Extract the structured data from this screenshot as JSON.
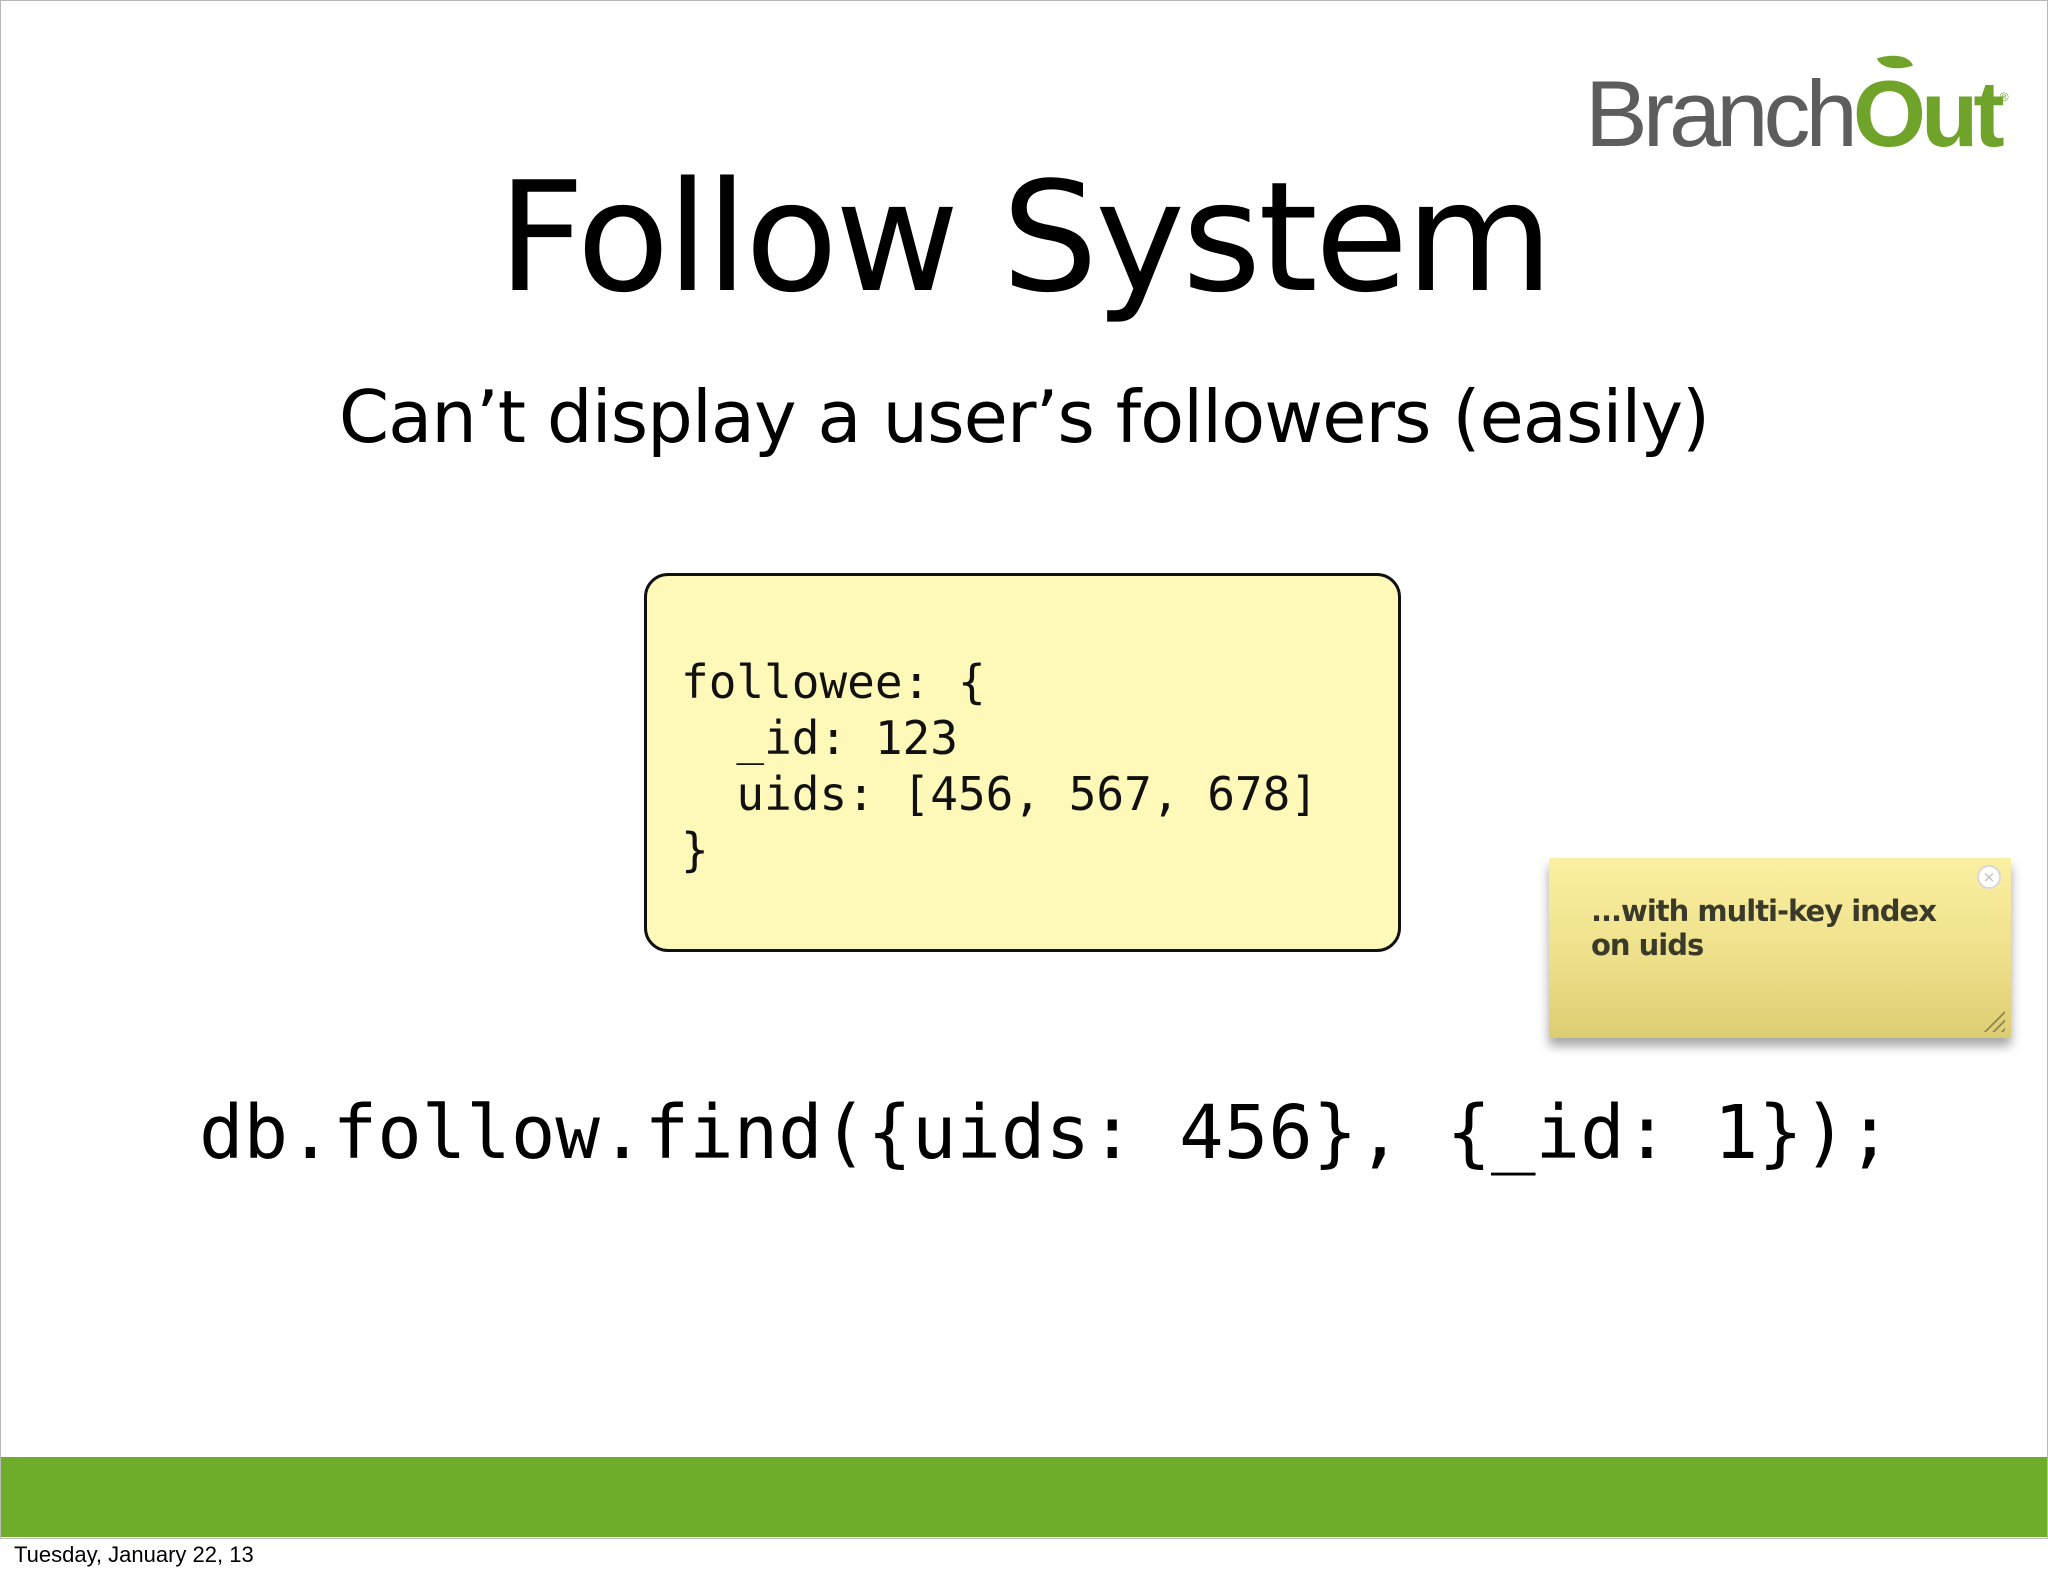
{
  "logo": {
    "branch": "Branch",
    "out": "Out",
    "registered": "®"
  },
  "slide": {
    "title": "Follow System",
    "subtitle": "Can’t display a user’s followers (easily)",
    "code_lines": [
      "followee: {",
      "  _id: 123",
      "  uids: [456, 567, 678]",
      "}"
    ],
    "query": "db.follow.find({uids: 456}, {_id: 1});"
  },
  "sticky_note": {
    "text": "...with multi-key index on uids",
    "close_glyph": "×"
  },
  "footer": {
    "date": "Tuesday, January 22, 13"
  },
  "colors": {
    "accent_green": "#6fac2a",
    "code_box_fill": "#fff9b9",
    "sticky_fill": "#eee08a"
  }
}
